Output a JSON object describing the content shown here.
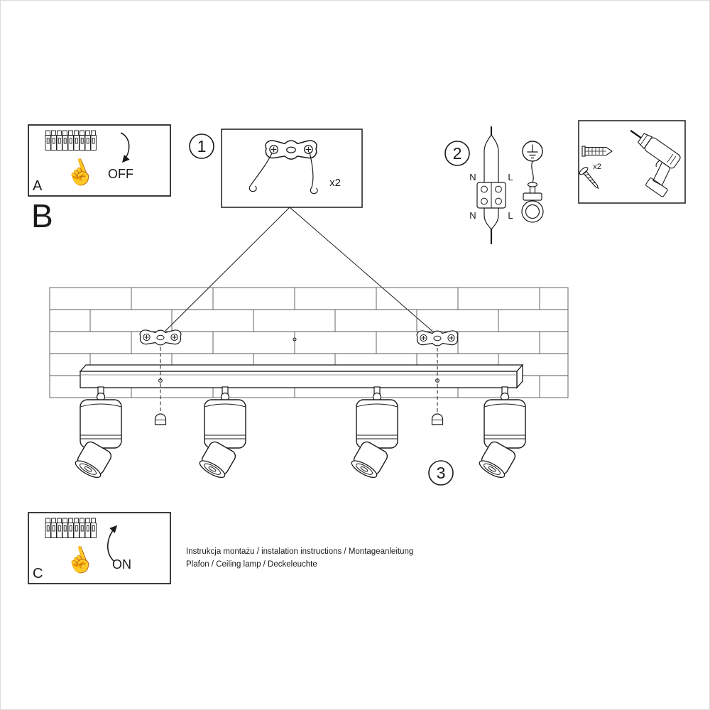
{
  "sheet": {
    "footer_line1": "Instrukcja montażu / instalation instructions / Montageanleitung",
    "footer_line2": "Plafon / Ceiling lamp / Deckeleuchte"
  },
  "sections": {
    "a_label": "A",
    "b_label": "B",
    "c_label": "C"
  },
  "steps": {
    "step1_number": "1",
    "step2_number": "2",
    "step3_number": "3"
  },
  "power": {
    "off_label": "OFF",
    "on_label": "ON"
  },
  "quantities": {
    "brackets": "x2",
    "anchors": "x2"
  },
  "wiring_labels": {
    "neutral_top": "N",
    "live_top": "L",
    "neutral_bottom": "N",
    "live_bottom": "L"
  },
  "icons": {
    "pointing_hand": "☝"
  },
  "colors": {
    "ink": "#1a1a1a",
    "wall": "#555555"
  }
}
